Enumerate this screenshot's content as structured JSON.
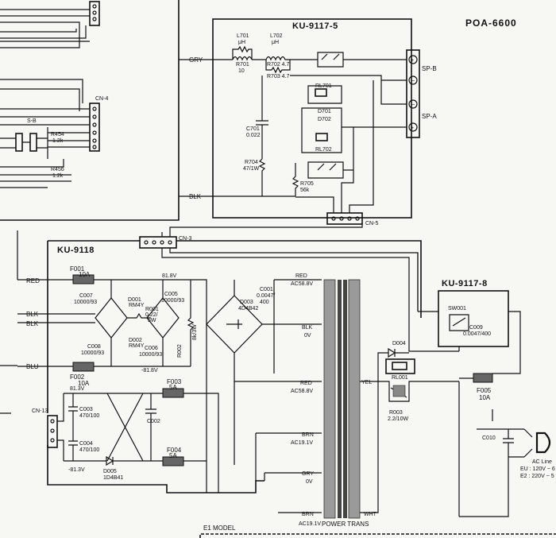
{
  "model": "POA-6600",
  "boards": {
    "ku9117_5": "KU-9117-5",
    "ku9118": "KU-9118",
    "ku9117_8": "KU-9117-8"
  },
  "connectors": {
    "cn4": "CN-4",
    "cn5": "CN-5",
    "cn3": "CN-3",
    "cn13": "CN-13"
  },
  "terminals": {
    "spb": "SP-B",
    "spa": "SP-A"
  },
  "wires": {
    "gry": "GRY",
    "blk": "BLK",
    "red": "RED",
    "blk1": "BLK",
    "blk2": "BLK",
    "blu": "BLU"
  },
  "speaker_board": {
    "l701": [
      "L701",
      "μH"
    ],
    "l702": [
      "L702",
      "μH"
    ],
    "r701": [
      "R701",
      "10"
    ],
    "r702": "R702  4.7",
    "r703": "R703  4.7",
    "rl701": "RL701",
    "d701": "D701",
    "d702": "D702",
    "rl702": "RL702",
    "c701": [
      "C701",
      "0.022"
    ],
    "r704": [
      "R704",
      "47/1W"
    ],
    "r705": [
      "R705",
      "56k"
    ]
  },
  "left_board": {
    "sb": "S-B",
    "r454": [
      "R454",
      "1.2k"
    ],
    "r456": [
      "R456",
      "1.2k"
    ]
  },
  "psu": {
    "f001": [
      "F001",
      "10A"
    ],
    "c007": [
      "C007",
      "10000/93"
    ],
    "d001": [
      "D001",
      "RM4Y"
    ],
    "r001": [
      "R001",
      "0.22/",
      "5W"
    ],
    "d002": [
      "D002",
      "RM4Y"
    ],
    "c005": [
      "C005",
      "10000/93"
    ],
    "c008": [
      "C008",
      "10000/93"
    ],
    "c006": [
      "C006",
      "10000/93"
    ],
    "r002": "R002",
    "r002v": "8k/3W",
    "v818": "81.8V",
    "vm818": "-81.8V",
    "d003": [
      "D003",
      "4D4B42"
    ],
    "c001": [
      "C001",
      "0.0047/",
      "400"
    ],
    "f002": [
      "F002",
      "10A"
    ],
    "f003": [
      "F003",
      "5A"
    ],
    "v813": "81.3V",
    "c003": [
      "C003",
      "470/100"
    ],
    "c002": "C002",
    "c004": [
      "C004",
      "470/100"
    ],
    "vm813": "-81.3V",
    "d005": [
      "D005",
      "1D4B41"
    ],
    "f004": [
      "F004",
      "5A"
    ]
  },
  "transformer": {
    "red1": "RED",
    "ac588_1": "AC58.8V",
    "blk": "BLK",
    "ov1": "0V",
    "red2": "RED",
    "ac588_2": "AC58.8V",
    "yel": "YEL",
    "brn1": "BRN",
    "ac191_1": "AC19.1V",
    "gry": "GRY",
    "ov2": "0V",
    "brn2": "BRN",
    "ac191_2": "AC19.1V",
    "wht": "WHT",
    "title": "POWER TRANS"
  },
  "mains": {
    "d004": "D004",
    "rl001": "RL001",
    "r003": [
      "R003",
      "2.2/10W"
    ],
    "sw001": "SW001",
    "c009": [
      "C009",
      "0.0047/400"
    ],
    "f005": [
      "F005",
      "10A"
    ],
    "c010": "C010",
    "acline": "AC Line",
    "eu": "EU : 120V ~ 6",
    "e2": "E2 : 220V ~ 5"
  },
  "e1_model": "E1 MODEL"
}
